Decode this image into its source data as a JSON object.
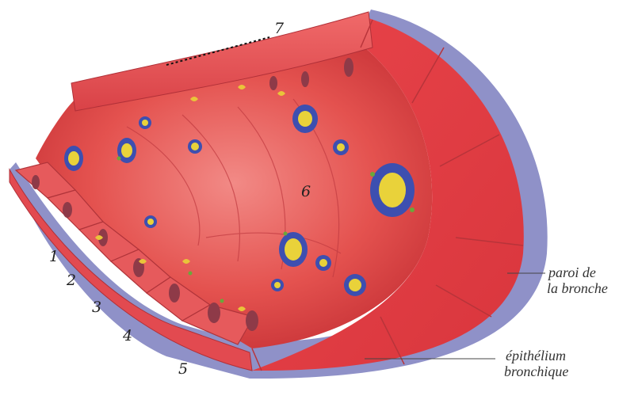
{
  "diagram": {
    "labels": {
      "n1": "1",
      "n2": "2",
      "n3": "3",
      "n4": "4",
      "n5": "5",
      "n6": "6",
      "n7": "7",
      "wall_line1": "paroi de",
      "wall_line2": "la bronche",
      "epi_line1": "épithélium",
      "epi_line2": "bronchique"
    },
    "colors": {
      "tissue": "#e8474c",
      "tissue_dark": "#c9333a",
      "tissue_light": "#f27a7a",
      "membrane": "#8f91c8",
      "nucleus": "#8e3a48",
      "particle_blue": "#3d4fb0",
      "particle_yellow": "#e9d23a"
    }
  }
}
